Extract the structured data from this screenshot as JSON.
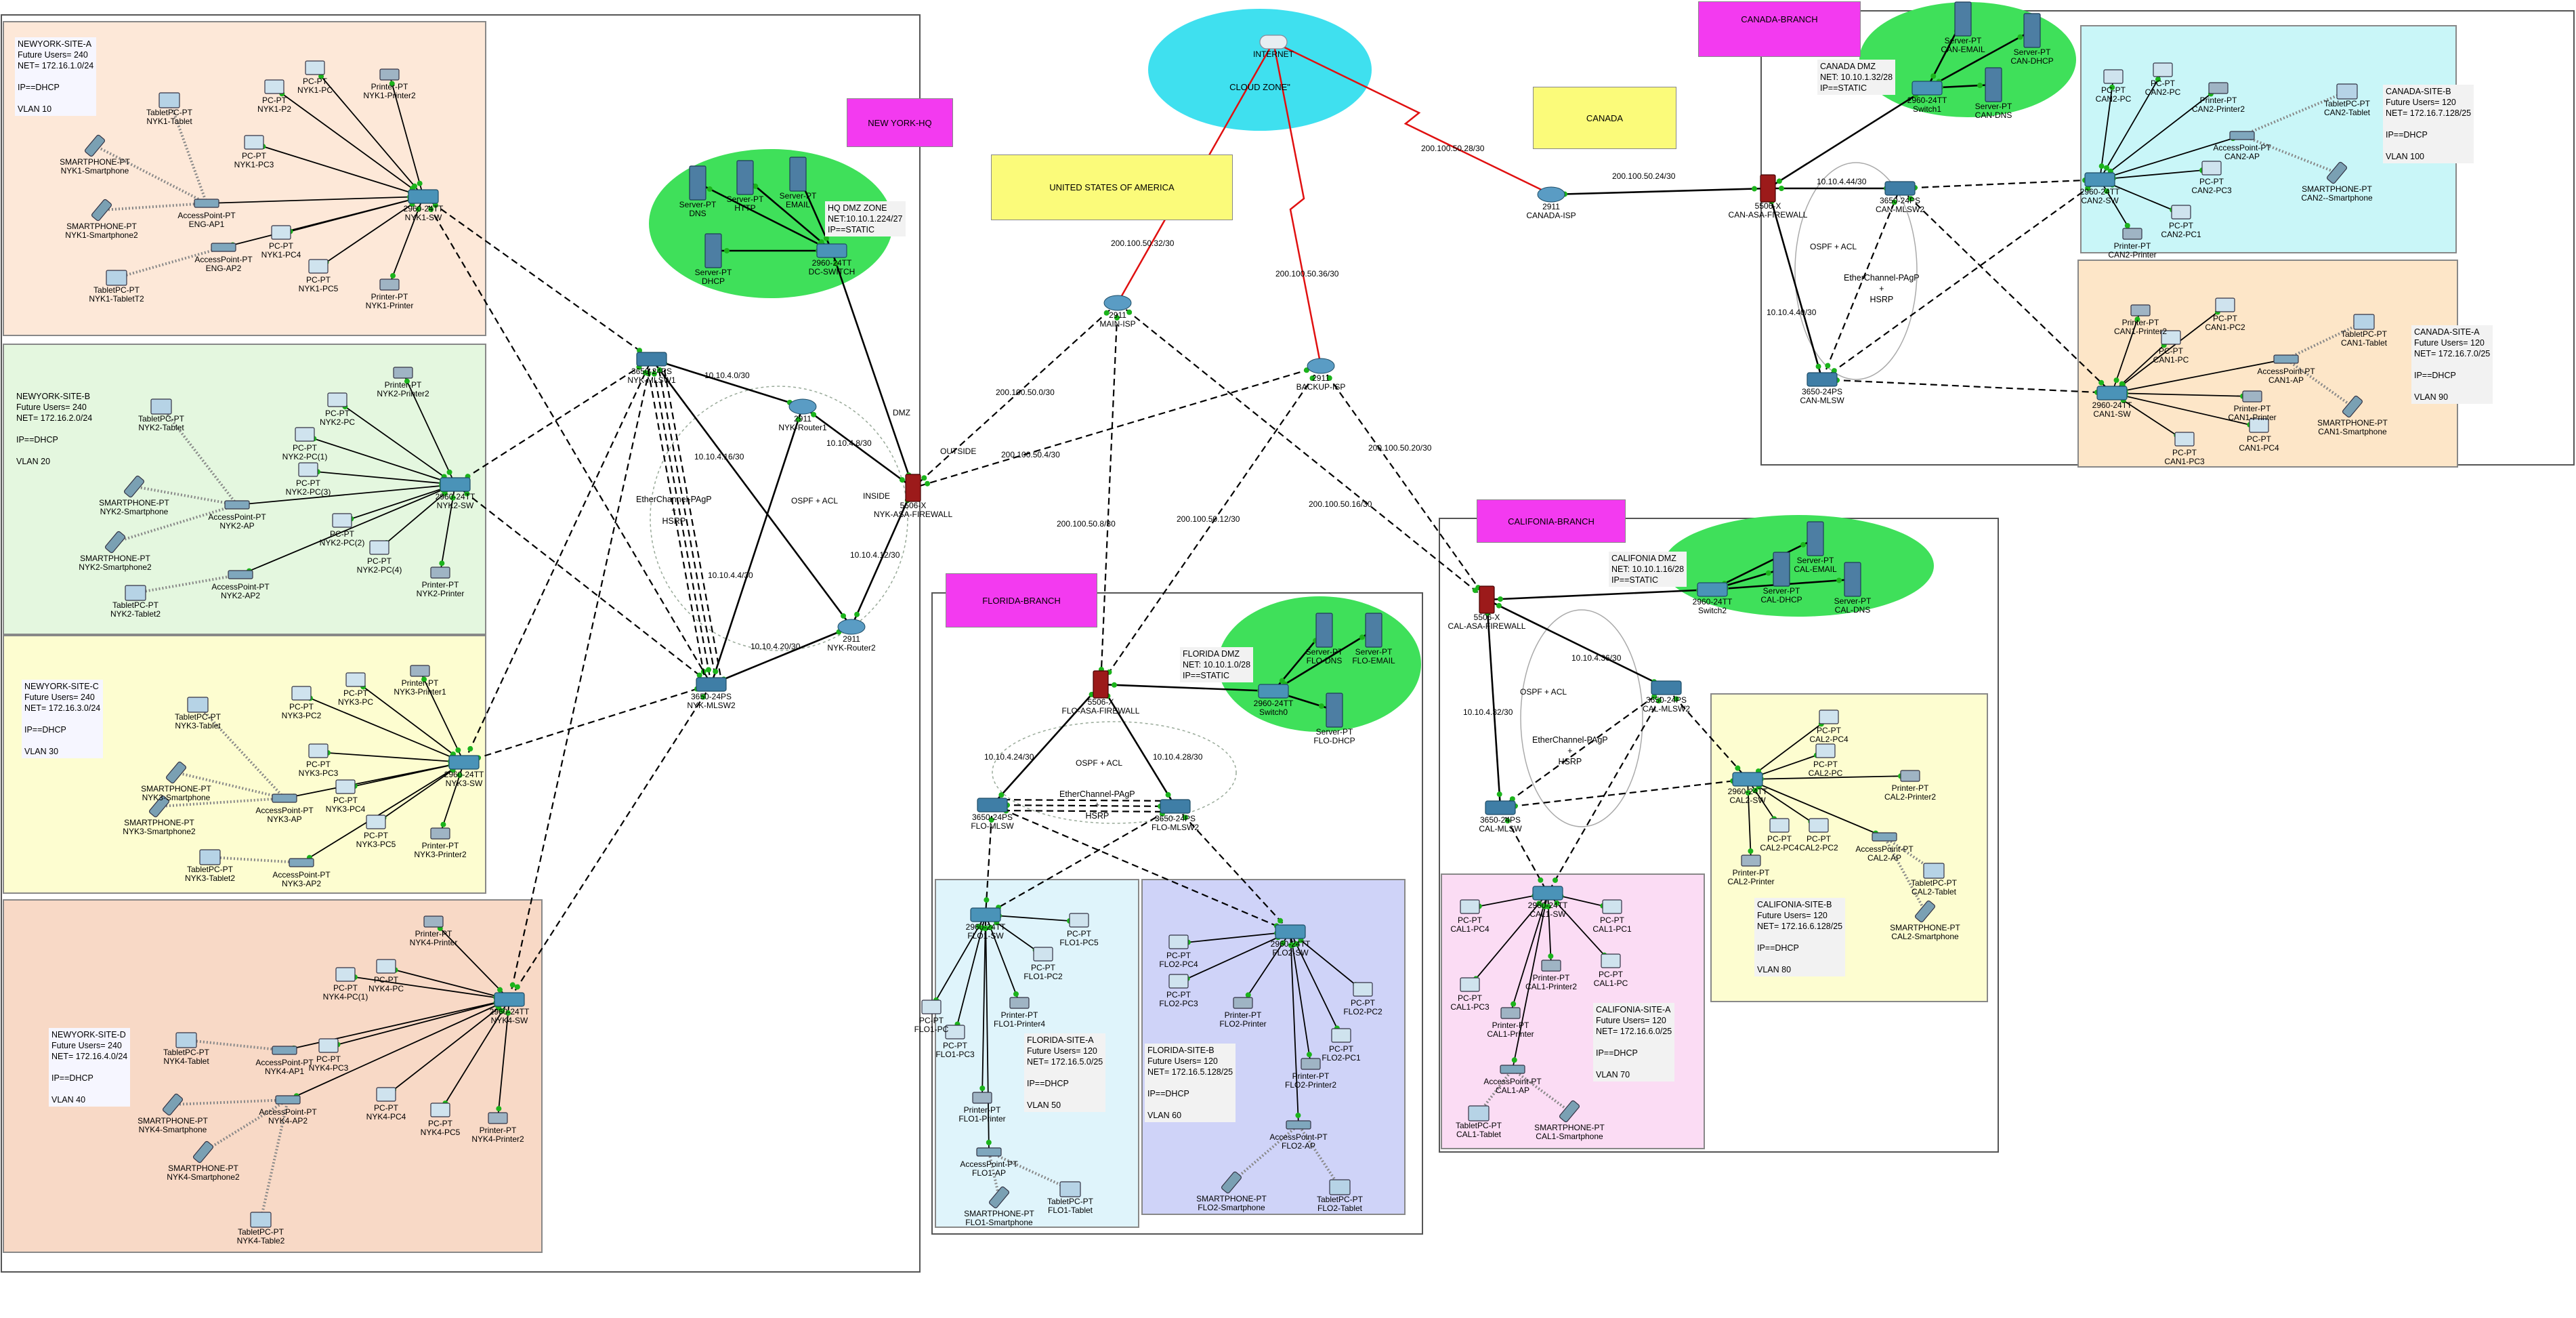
{
  "colors": {
    "site_orange": "#fde8d8",
    "site_green": "#e4f7df",
    "site_yellow": "#fdfdd0",
    "site_salmon": "#f8d9c6",
    "site_lightblue": "#dff4fb",
    "site_lavender": "#cfd3f8",
    "site_pink": "#fbdcf4",
    "site_cyan": "#c9f6f8",
    "site_peach": "#fde6c8",
    "dmz_green": "#3fe05a",
    "cloud_cyan": "#3fe0ef",
    "magenta_label": "#f33af0",
    "yellow_label": "#fbfb7a"
  },
  "labels": {
    "newyork_hq": "NEW YORK-HQ",
    "usa": "UNITED STATES OF AMERICA",
    "canada": "CANADA",
    "canada_branch": "CANADA-BRANCH",
    "california_branch": "CALIFONIA-BRANCH",
    "florida_branch": "FLORIDA-BRANCH",
    "cloud_zone": "CLOUD ZONE\"",
    "internet": "INTERNET"
  },
  "notes": {
    "nyk_a": "NEWYORK-SITE-A\nFuture Users= 240\nNET= 172.16.1.0/24\n\nIP==DHCP\n\nVLAN 10",
    "nyk_b": "NEWYORK-SITE-B\nFuture Users= 240\nNET= 172.16.2.0/24\n\nIP==DHCP\n\nVLAN 20",
    "nyk_c": "NEWYORK-SITE-C\nFuture Users= 240\nNET= 172.16.3.0/24\n\nIP==DHCP\n\nVLAN 30",
    "nyk_d": "NEWYORK-SITE-D\nFuture Users= 240\nNET= 172.16.4.0/24\n\nIP==DHCP\n\nVLAN 40",
    "hq_dmz": "HQ DMZ ZONE\nNET:10.10.1.224/27\nIP==STATIC",
    "flo_dmz": "FLORIDA DMZ\nNET: 10.10.1.0/28\nIP==STATIC",
    "flo_a": "FLORIDA-SITE-A\nFuture Users= 120\nNET= 172.16.5.0/25\n\nIP==DHCP\n\nVLAN 50",
    "flo_b": "FLORIDA-SITE-B\nFuture Users= 120\nNET= 172.16.5.128/25\n\nIP==DHCP\n\nVLAN 60",
    "cal_dmz": "CALIFONIA DMZ\nNET: 10.10.1.16/28\nIP==STATIC",
    "cal_a": "CALIFONIA-SITE-A\nFuture Users= 120\nNET= 172.16.6.0/25\n\nIP==DHCP\n\nVLAN 70",
    "cal_b": "CALIFONIA-SITE-B\nFuture Users= 120\nNET= 172.16.6.128/25\n\nIP==DHCP\n\nVLAN 80",
    "can_dmz": "CANADA DMZ\nNET: 10.10.1.32/28\nIP==STATIC",
    "can_a": "CANADA-SITE-A\nFuture Users= 120\nNET= 172.16.7.0/25\n\nIP==DHCP\n\nVLAN 90",
    "can_b": "CANADA-SITE-B\nFuture Users= 120\nNET= 172.16.7.128/25\n\nIP==DHCP\n\nVLAN 100"
  },
  "links": {
    "l1": "10.10.4.0/30",
    "l2": "10.10.4.16/30",
    "l3": "10.10.4.8/30",
    "l4": "10.10.4.4/30",
    "l5": "10.10.4.12/30",
    "l6": "10.10.4.20/30",
    "l7": "10.10.4.24/30",
    "l8": "10.10.4.28/30",
    "l9": "10.10.4.32/30",
    "l10": "10.10.4.36/30",
    "l11": "10.10.4.44/30",
    "l12": "10.10.4.40/30",
    "w1": "200.100.50.32/30",
    "w2": "200.100.50.36/30",
    "w3": "200.100.50.28/30",
    "w4": "200.100.50.24/30",
    "w5": "200.100.50.0/30",
    "w6": "200.100.50.4/30",
    "w7": "200.100.50.20/30",
    "w8": "200.100.50.16/30",
    "w9": "200.100.50.8/30",
    "w10": "200.100.50.12/30"
  },
  "zones": {
    "outside": "OUTSIDE",
    "inside": "INSIDE",
    "dmz": "DMZ",
    "ospf_acl": "OSPF + ACL",
    "etherchannel": "EtherChannel-PAgP\n+\nHSRP",
    "ospf_acl2": "OSPF + ACL"
  },
  "devices": {
    "internet": "INTERNET",
    "main_isp": "2911\nMAIN-ISP",
    "backup_isp": "2911\nBACKUP-ISP",
    "canada_isp": "2911\nCANADA-ISP",
    "nyk_asa": "5506-X\nNYK-ASA-FIREWALL",
    "nyk_r1": "2911\nNYK-Router1",
    "nyk_r2": "2911\nNYK-Router2",
    "nyk_mlsw1": "3650-24PS\nNYK-MLSW1",
    "nyk_mlsw2": "3650-24PS\nNYK-MLSW2",
    "nyk1_sw": "2960-24TT\nNYK1-SW",
    "nyk2_sw": "2960-24TT\nNYK2-SW",
    "nyk3_sw": "2960-24TT\nNYK3-SW",
    "nyk4_sw": "2960-24TT\nNYK4-SW",
    "dc_switch": "2960-24TT\nDC-SWITCH",
    "hq_dns": "Server-PT\nDNS",
    "hq_http": "Server-PT\nHTTP",
    "hq_email": "Server-PT\nEMAIL",
    "hq_dhcp": "Server-PT\nDHCP",
    "flo_asa": "5506-X\nFLO-ASA-FIREWALL",
    "flo_mlsw": "3650-24PS\nFLO-MLSW",
    "flo_mlsw2": "3650-24PS\nFLO-MLSW2",
    "flo_switch0": "2960-24TT\nSwitch0",
    "flo_dns": "Server-PT\nFLO-DNS",
    "flo_email": "Server-PT\nFLO-EMAIL",
    "flo_dhcp": "Server-PT\nFLO-DHCP",
    "flo1_sw": "2960-24TT\nFLO1-SW",
    "flo2_sw": "2960-24TT\nFLO2-SW",
    "cal_asa": "5506-X\nCAL-ASA-FIREWALL",
    "cal_mlsw": "3650-24PS\nCAL-MLSW",
    "cal_mlsw2": "3650-24PS\nCAL-MLSW2",
    "cal_switch2": "2960-24TT\nSwitch2",
    "cal_email": "Server-PT\nCAL-EMAIL",
    "cal_dhcp": "Server-PT\nCAL-DHCP",
    "cal_dns": "Server-PT\nCAL-DNS",
    "cal1_sw": "2960-24TT\nCAL1-SW",
    "cal2_sw": "2960-24TT\nCAL2-SW",
    "can_asa": "5506-X\nCAN-ASA-FIREWALL",
    "can_mlsw": "3650-24PS\nCAN-MLSW",
    "can_mlsw2": "3650-24PS\nCAN-MLSW2",
    "can_switch1": "2960-24TT\nSwitch1",
    "can_email": "Server-PT\nCAN-EMAIL",
    "can_dhcp": "Server-PT\nCAN-DHCP",
    "can_dns": "Server-PT\nCAN-DNS",
    "can1_sw": "2960-24TT\nCAN1-SW",
    "can2_sw": "2960-24TT\nCAN2-SW"
  },
  "endpoints": {
    "nyk1": [
      "TabletPC-PT\nNYK1-Tablet",
      "SMARTPHONE-PT\nNYK1-Smartphone",
      "SMARTPHONE-PT\nNYK1-Smartphone2",
      "TabletPC-PT\nNYK1-TabletT2",
      "AccessPoint-PT\nENG-AP1",
      "AccessPoint-PT\nENG-AP2",
      "PC-PT\nNYK1-P2",
      "PC-PT\nNYK1-PC",
      "PC-PT\nNYK1-PC3",
      "PC-PT\nNYK1-PC4",
      "PC-PT\nNYK1-PC5",
      "Printer-PT\nNYK1-Printer2",
      "Printer-PT\nNYK1-Printer"
    ],
    "nyk2": [
      "TabletPC-PT\nNYK2-Tablet",
      "SMARTPHONE-PT\nNYK2-Smartphone",
      "SMARTPHONE-PT\nNYK2-Smartphone2",
      "TabletPC-PT\nNYK2-Tablet2",
      "AccessPoint-PT\nNYK2-AP",
      "AccessPoint-PT\nNYK2-AP2",
      "PC-PT\nNYK2-PC",
      "PC-PT\nNYK2-PC(1)",
      "PC-PT\nNYK2-PC(3)",
      "PC-PT\nNYK2-PC(2)",
      "PC-PT\nNYK2-PC(4)",
      "Printer-PT\nNYK2-Printer2",
      "Printer-PT\nNYK2-Printer"
    ],
    "nyk3": [
      "TabletPC-PT\nNYK3-Tablet",
      "SMARTPHONE-PT\nNYK3-Smartphone",
      "SMARTPHONE-PT\nNYK3-Smartphone2",
      "TabletPC-PT\nNYK3-Tablet2",
      "AccessPoint-PT\nNYK3-AP",
      "AccessPoint-PT\nNYK3-AP2",
      "PC-PT\nNYK3-PC2",
      "PC-PT\nNYK3-PC",
      "PC-PT\nNYK3-PC3",
      "PC-PT\nNYK3-PC4",
      "PC-PT\nNYK3-PC5",
      "Printer-PT\nNYK3-Printer1",
      "Printer-PT\nNYK3-Printer2"
    ],
    "nyk4": [
      "Printer-PT\nNYK4-Printer",
      "PC-PT\nNYK4-PC(1)",
      "PC-PT\nNYK4-PC",
      "TabletPC-PT\nNYK4-Tablet",
      "AccessPoint-PT\nNYK4-AP1",
      "PC-PT\nNYK4-PC3",
      "SMARTPHONE-PT\nNYK4-Smartphone",
      "AccessPoint-PT\nNYK4-AP2",
      "PC-PT\nNYK4-PC4",
      "PC-PT\nNYK4-PC5",
      "Printer-PT\nNYK4-Printer2",
      "SMARTPHONE-PT\nNYK4-Smartphone2",
      "TabletPC-PT\nNYK4-Table2"
    ],
    "flo1": [
      "PC-PT\nFLO1-PC5",
      "PC-PT\nFLO1-PC2",
      "Printer-PT\nFLO1-Printer4",
      "PC-PT\nFLO1-PC",
      "PC-PT\nFLO1-PC3",
      "Printer-PT\nFLO1-Printer",
      "AccessPoint-PT\nFLO1-AP",
      "SMARTPHONE-PT\nFLO1-Smartphone",
      "TabletPC-PT\nFLO1-Tablet"
    ],
    "flo2": [
      "PC-PT\nFLO2-PC4",
      "PC-PT\nFLO2-PC3",
      "Printer-PT\nFLO2-Printer",
      "PC-PT\nFLO2-PC2",
      "PC-PT\nFLO2-PC1",
      "Printer-PT\nFLO2-Printer2",
      "AccessPoint-PT\nFLO2-AP",
      "SMARTPHONE-PT\nFLO2-Smartphone",
      "TabletPC-PT\nFLO2-Tablet"
    ],
    "cal1": [
      "PC-PT\nCAL1-PC4",
      "PC-PT\nCAL1-PC3",
      "PC-PT\nCAL1-PC1",
      "PC-PT\nCAL1-PC",
      "Printer-PT\nCAL1-Printer2",
      "Printer-PT\nCAL1-Printer",
      "AccessPoint-PT\nCAL1-AP",
      "TabletPC-PT\nCAL1-Tablet",
      "SMARTPHONE-PT\nCAL1-Smartphone"
    ],
    "cal2": [
      "PC-PT\nCAL2-PC4",
      "PC-PT\nCAL2-PC",
      "Printer-PT\nCAL2-Printer2",
      "PC-PT\nCAL2-PC4",
      "PC-PT\nCAL2-PC2",
      "AccessPoint-PT\nCAL2-AP",
      "Printer-PT\nCAL2-Printer",
      "TabletPC-PT\nCAL2-Tablet",
      "SMARTPHONE-PT\nCAL2-Smartphone"
    ],
    "can1": [
      "Printer-PT\nCAN1-Printer2",
      "PC-PT\nCAN1-PC",
      "PC-PT\nCAN1-PC2",
      "AccessPoint-PT\nCAN1-AP",
      "TabletPC-PT\nCAN1-Tablet",
      "Printer-PT\nCAN1-Printer",
      "PC-PT\nCAN1-PC4",
      "PC-PT\nCAN1-PC3",
      "SMARTPHONE-PT\nCAN1-Smartphone"
    ],
    "can2": [
      "PC-PT\nCAN2-PC",
      "PC-PT\nCAN2-PC",
      "Printer-PT\nCAN2-Printer2",
      "AccessPoint-PT\nCAN2-AP",
      "TabletPC-PT\nCAN2-Tablet",
      "PC-PT\nCAN2-PC3",
      "PC-PT\nCAN2-PC1",
      "Printer-PT\nCAN2-Printer",
      "SMARTPHONE-PT\nCAN2--Smartphone"
    ]
  }
}
